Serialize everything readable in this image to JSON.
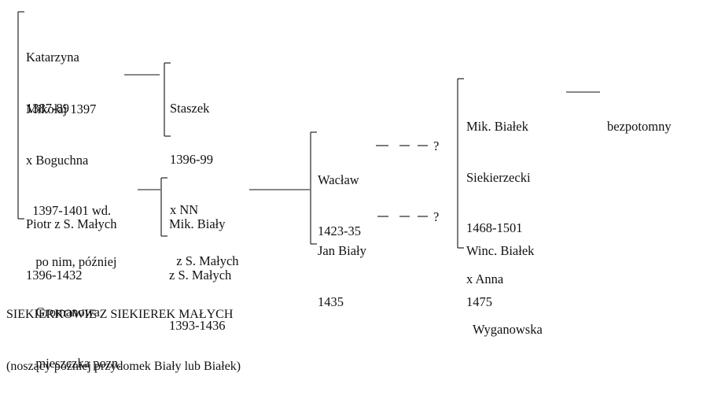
{
  "nodes": {
    "katarzyna": [
      "Katarzyna",
      "1387-89"
    ],
    "mikolaj": [
      "Mikołaj 1397",
      "x Boguchna",
      "  1397-1401 wd.",
      "   po nim, później",
      "   Gromanowa",
      "   mieszczka pozn."
    ],
    "piotr": [
      "Piotr z S. Małych",
      "1396-1432"
    ],
    "staszek": [
      "Staszek",
      "1396-99",
      "x NN",
      "  z S. Małych"
    ],
    "mik_bialy": [
      "Mik. Biały",
      "z S. Małych",
      "1393-1436"
    ],
    "waclaw": [
      "Wacław",
      "1423-35"
    ],
    "jan_bialy": [
      "Jan Biały",
      "1435"
    ],
    "mik_bialek": [
      "Mik. Białek",
      "Siekierzecki",
      "1468-1501",
      "x Anna",
      "  Wyganowska"
    ],
    "winc_bialek": [
      "Winc. Białek",
      "1475"
    ],
    "bezpotomny": [
      "bezpotomny"
    ]
  },
  "uncertain_mark": "?",
  "caption": {
    "title": "SIEKIERKOWIE Z SIEKIEREK MAŁYCH",
    "subtitle": "(noszący później przydomek Biały lub Białek)"
  }
}
